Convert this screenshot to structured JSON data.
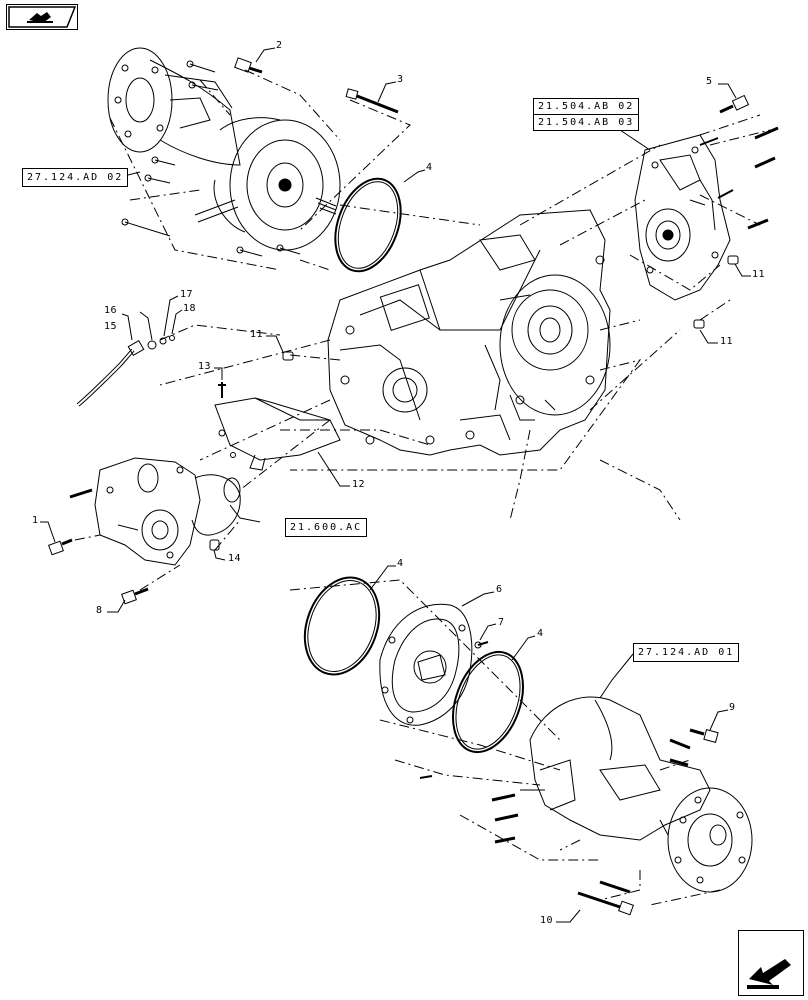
{
  "references": {
    "axle_upper": "27.124.AD 02",
    "brake_a": "21.504.AB 02",
    "brake_b": "21.504.AB 03",
    "pto": "21.600.AC",
    "axle_lower": "27.124.AD 01"
  },
  "callouts": {
    "c1": "1",
    "c2": "2",
    "c3": "3",
    "c4a": "4",
    "c4b": "4",
    "c4c": "4",
    "c5": "5",
    "c6": "6",
    "c7": "7",
    "c8": "8",
    "c9": "9",
    "c10": "10",
    "c11a": "11",
    "c11b": "11",
    "c11c": "11",
    "c12": "12",
    "c13": "13",
    "c14": "14",
    "c15": "15",
    "c16": "16",
    "c17": "17",
    "c18": "18"
  },
  "icons": {
    "top_nav": "book-arrow-icon",
    "bottom_nav": "return-arrow-icon"
  },
  "colors": {
    "line": "#000000",
    "background": "#ffffff"
  }
}
